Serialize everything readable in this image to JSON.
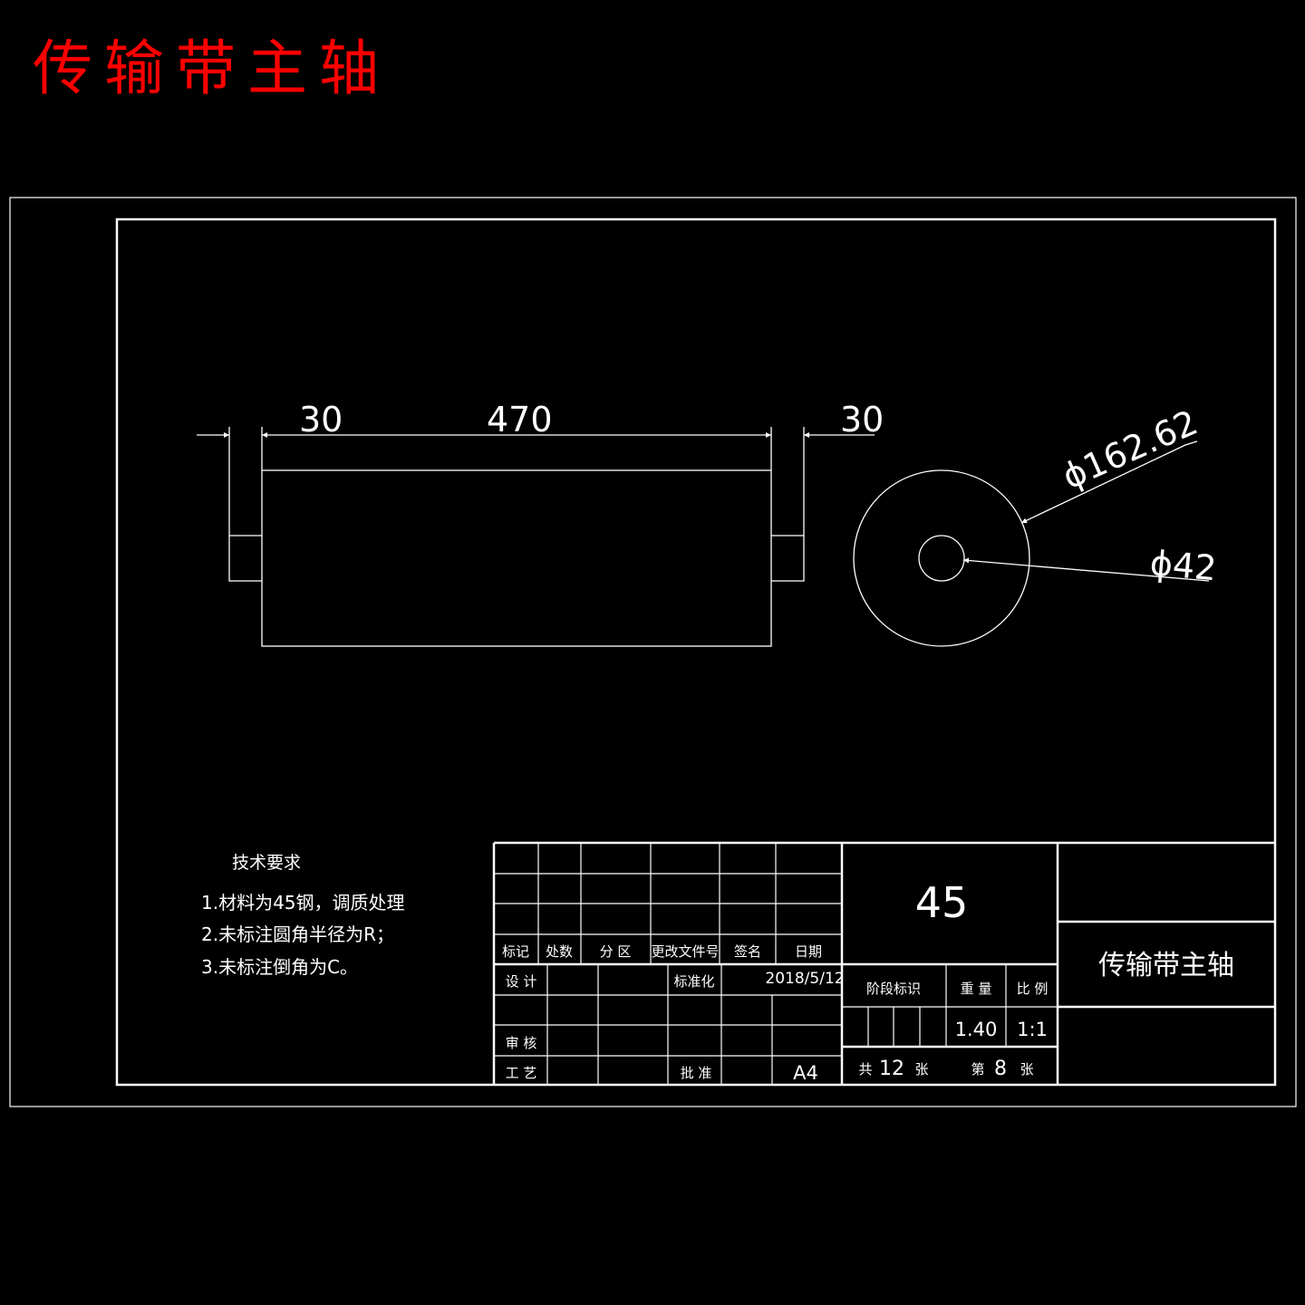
{
  "title": "传输带主轴",
  "colors": {
    "background": "#000000",
    "title": "#ff0000",
    "line": "#ffffff"
  },
  "dimensions": {
    "left_journal": "30",
    "body_length": "470",
    "right_journal": "30",
    "outer_diameter": "ϕ162.62",
    "bore_diameter": "ϕ42"
  },
  "tech_req": {
    "heading": "技术要求",
    "items": [
      "1.材料为45钢，调质处理",
      "2.未标注圆角半径为R；",
      "3.未标注倒角为C。"
    ]
  },
  "title_block": {
    "headers": [
      "标记",
      "处数",
      "分  区",
      "更改文件号",
      "签名",
      "日期"
    ],
    "design": "设  计",
    "standardization": "标准化",
    "date": "2018/5/12",
    "review": "审  核",
    "process": "工  艺",
    "approve": "批  准",
    "sheet_size": "A4",
    "material": "45",
    "part_name": "传输带主轴",
    "stage_mark": "阶段标识",
    "weight_label": "重  量",
    "scale_label": "比  例",
    "weight": "1.40",
    "scale": "1:1",
    "total_label": "共",
    "total_sheets": "12",
    "sheet_unit": "张",
    "current_label": "第",
    "current_sheet": "8",
    "current_unit": "张"
  }
}
